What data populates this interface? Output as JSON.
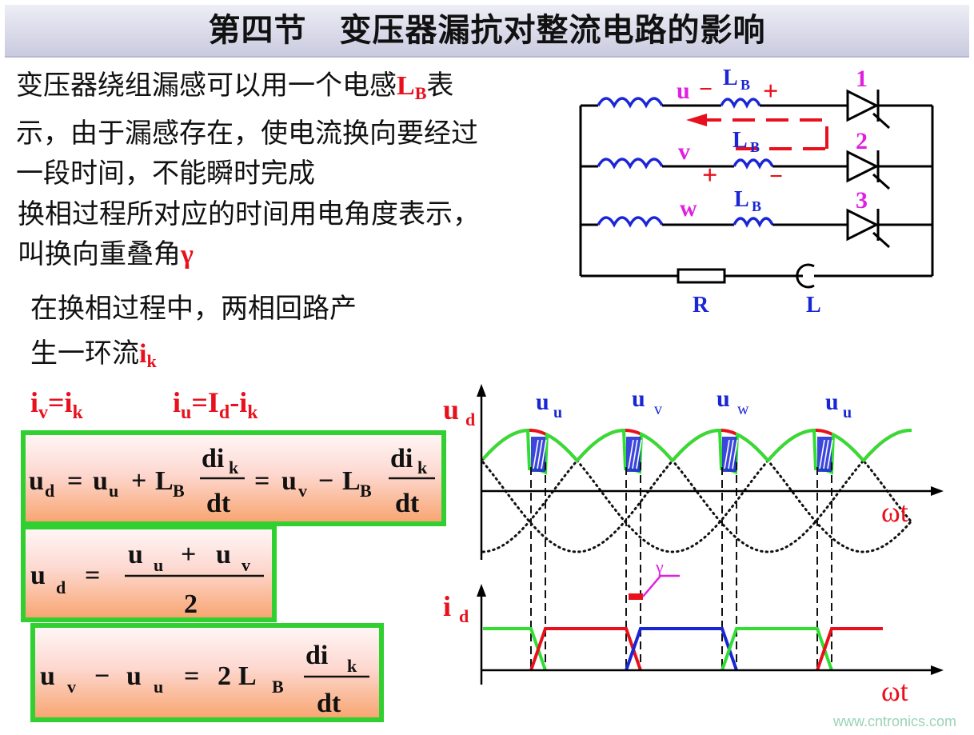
{
  "title": "第四节　变压器漏抗对整流电路的影响",
  "intro": {
    "line1_pre": "变压器绕组漏感可以用一个电感",
    "line1_sym": "L",
    "line1_sub": "B",
    "line1_post": "表",
    "line2": "示，由于漏感存在，使电流换向要经过",
    "line3": "一段时间，不能瞬时完成"
  },
  "overlap": {
    "line1": "换相过程所对应的时间用电角度表示，",
    "line2_pre": "叫换向重叠角",
    "line2_sym": "γ"
  },
  "circulating": {
    "line1": "在换相过程中，两相回路产",
    "line2_pre": "生一环流",
    "line2_sym": "i",
    "line2_sub": "k"
  },
  "current_eqs": {
    "iv": {
      "a": "i",
      "a_sub": "v",
      "eq": "=",
      "b": "i",
      "b_sub": "k"
    },
    "iu": {
      "a": "i",
      "a_sub": "u",
      "eq": "=",
      "b": "I",
      "b_sub": "d",
      "minus": "-",
      "c": "i",
      "c_sub": "k"
    }
  },
  "formulas": {
    "f1": {
      "lhs": "u",
      "lhs_sub": "d",
      "eq": "=",
      "u": "u",
      "u_sub": "u",
      "plus": "+",
      "L": "L",
      "L_sub": "B",
      "num": "di",
      "num_sub": "k",
      "den": "dt",
      "eq2": "=",
      "v": "u",
      "v_sub": "v",
      "minus": "−",
      "L2": "L",
      "L2_sub": "B",
      "num2": "di",
      "num2_sub": "k",
      "den2": "dt"
    },
    "f2": {
      "lhs": "u",
      "lhs_sub": "d",
      "eq": "=",
      "a": "u",
      "a_sub": "u",
      "plus": "+",
      "b": "u",
      "b_sub": "v",
      "den": "2"
    },
    "f3": {
      "a": "u",
      "a_sub": "v",
      "minus": "−",
      "b": "u",
      "b_sub": "u",
      "eq": "=",
      "coef": "2",
      "L": "L",
      "L_sub": "B",
      "num": "di",
      "num_sub": "k",
      "den": "dt"
    }
  },
  "circuit": {
    "phases": [
      "u",
      "v",
      "w"
    ],
    "inductor": "L",
    "inductor_sub": "B",
    "thyristors": [
      "1",
      "2",
      "3"
    ],
    "resistor": "R",
    "load_inductor": "L",
    "plus": "+",
    "minus": "−"
  },
  "waveforms": {
    "ud": {
      "sym": "u",
      "sub": "d"
    },
    "id": {
      "sym": "i",
      "sub": "d"
    },
    "wt": "ωt",
    "gamma": "γ",
    "phase_labels": [
      {
        "sym": "u",
        "sub": "u"
      },
      {
        "sym": "u",
        "sub": "v"
      },
      {
        "sym": "u",
        "sub": "w"
      },
      {
        "sym": "u",
        "sub": "u"
      }
    ]
  },
  "colors": {
    "red": "#e8101c",
    "magenta": "#e020e0",
    "blue": "#1a26d6",
    "green": "#33dd33",
    "box_border": "#2fd02f"
  },
  "watermark": "www.cntronics.com"
}
